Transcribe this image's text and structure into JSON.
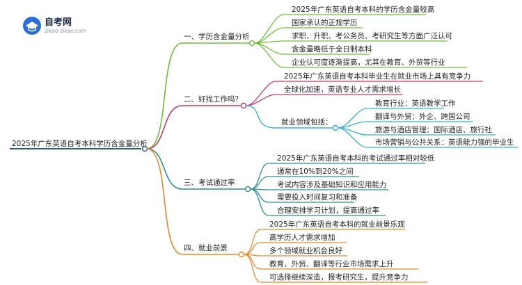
{
  "logo": {
    "name": "自考网",
    "url_text": "zikao-zikao.com"
  },
  "root": {
    "label": "2025年广东英语自考本科学历含金量分析"
  },
  "branches": [
    {
      "label": "一、学历含金量分析",
      "items": [
        "2025年广东英语自考本科的学历含金量较高",
        "国家承认的正规学历",
        "求职、升职、考公务员、考研究生等方面广泛认可",
        "含金量略低于全日制本科",
        "企业认可度逐渐提高，尤其在教育、外贸等行业"
      ]
    },
    {
      "label": "二、好找工作吗？",
      "items": [
        "2025年广东英语自考本科毕业生在就业市场上具有竞争力",
        "全球化加速，英语专业人才需求增长"
      ],
      "sub": {
        "label": "就业领域包括：",
        "items": [
          "教育行业：英语教学工作",
          "翻译与外贸：外企、跨国公司",
          "旅游与酒店管理：国际酒店、旅行社",
          "市场营销与公共关系：英语能力强的毕业生"
        ]
      }
    },
    {
      "label": "三、考试通过率",
      "items": [
        "2025年广东英语自考本科的考试通过率相对较低",
        "通常在10%到20%之间",
        "考试内容涉及基础知识和应用能力",
        "需要投入时间复习和准备",
        "合理安排学习计划，提高通过率"
      ]
    },
    {
      "label": "四、就业前景",
      "items": [
        "2025年广东英语自考本科的就业前景乐观",
        "高学历人才需求增加",
        "多个领域就业机会良好",
        "教育、外贸、翻译等行业市场需求上升",
        "可选择继续深造，报考研究生，提升竞争力"
      ]
    }
  ],
  "colors": {
    "root_line": "#2f5a8f",
    "branch1": "#6fbf3a",
    "branch2": "#c33a6a",
    "branch3": "#2f8f8f",
    "branch4": "#e8892a",
    "branch2_sub": "#36b0c9"
  }
}
